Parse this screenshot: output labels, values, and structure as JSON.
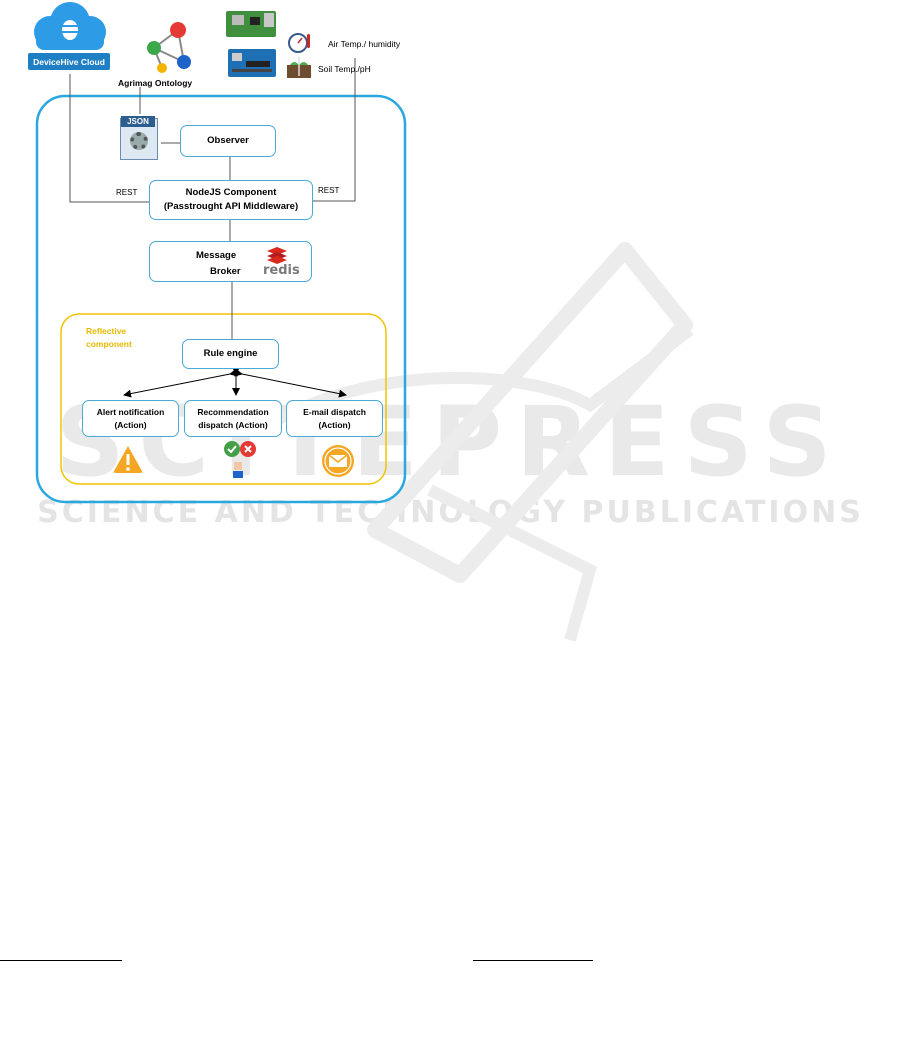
{
  "watermark": {
    "big": "SCITEPRESS",
    "small": "SCIENCE AND TECHNOLOGY PUBLICATIONS"
  },
  "diagram": {
    "cloud_label": "DeviceHive Cloud",
    "ontology_label": "Agrimag Ontology",
    "sensor_air": "Air Temp./ humidity",
    "sensor_soil": "Soil Temp./pH",
    "json_label": "JSON",
    "observer": "Observer",
    "nodejs_line1": "NodeJS Component",
    "nodejs_line2": "(Passtrought API Middleware)",
    "rest_left": "REST",
    "rest_right": "REST",
    "broker_line1": "Message",
    "broker_line2": "Broker",
    "redis_label": "redis",
    "reflective_line1": "Reflective",
    "reflective_line2": "component",
    "rule_engine": "Rule engine",
    "alert_line1": "Alert notification",
    "alert_line2": "(Action)",
    "recommendation_line1": "Recommendation",
    "recommendation_line2": "dispatch (Action)",
    "email_line1": "E-mail dispatch",
    "email_line2": "(Action)"
  },
  "colors": {
    "outer_border": "#29a8e0",
    "inner_border": "#f2c300",
    "box_border": "#4aa9d6",
    "cloud": "#2e9be6",
    "reflective_text": "#e8b800",
    "redis": "#d9291c"
  }
}
